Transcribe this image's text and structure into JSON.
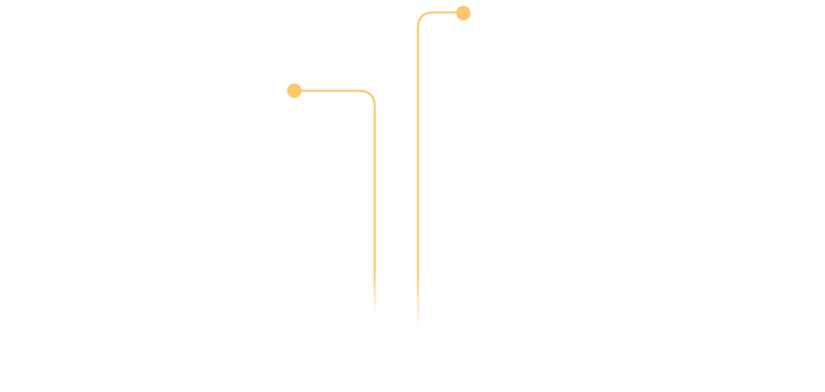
{
  "colors": {
    "background": "#ffffff",
    "accent": "#FFC76B"
  },
  "connectors": [
    {
      "id": "left",
      "dot": "circle",
      "path": "elbow-down"
    },
    {
      "id": "right",
      "dot": "circle",
      "path": "elbow-down"
    }
  ]
}
